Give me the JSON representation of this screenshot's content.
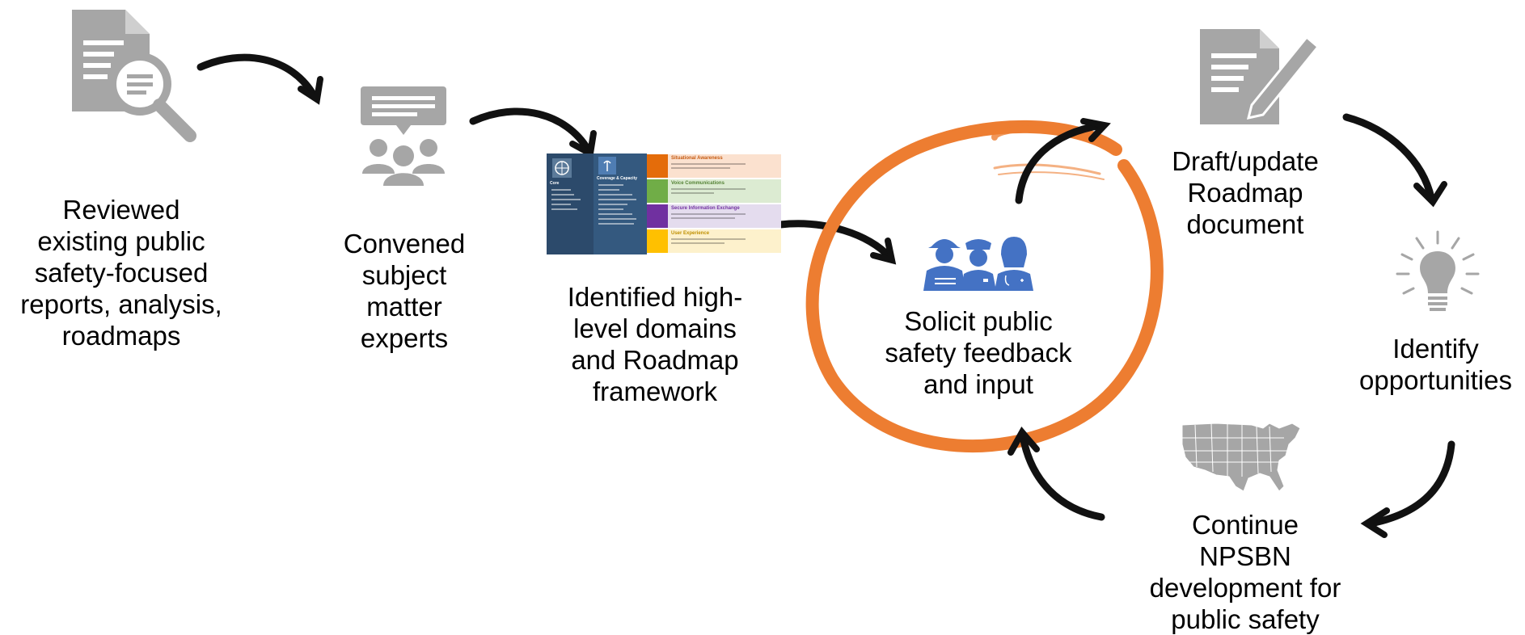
{
  "steps": {
    "reviewed": "Reviewed\nexisting public\nsafety-focused\nreports, analysis,\nroadmaps",
    "convened": "Convened\nsubject\nmatter\nexperts",
    "identified": "Identified high-\nlevel domains\nand Roadmap\nframework",
    "solicit": "Solicit public\nsafety feedback\nand input",
    "draft": "Draft/update\nRoadmap\ndocument",
    "opportunities": "Identify\nopportunities",
    "continue": "Continue\nNPSBN\ndevelopment for\npublic safety"
  },
  "framework": {
    "col1_title": "Core",
    "col2_title": "Coverage & Capacity",
    "rows": [
      "Situational Awareness",
      "Voice Communications",
      "Secure Information Exchange",
      "User Experience"
    ]
  },
  "colors": {
    "icon_gray": "#a6a6a6",
    "arrow": "#111111",
    "highlight_ring": "#ed7d31",
    "responders": "#4472c4",
    "row_orange": "#fbe1cf",
    "row_green": "#dcebd2",
    "row_purple": "#e4dcee",
    "row_yellow": "#fdf1cc"
  }
}
